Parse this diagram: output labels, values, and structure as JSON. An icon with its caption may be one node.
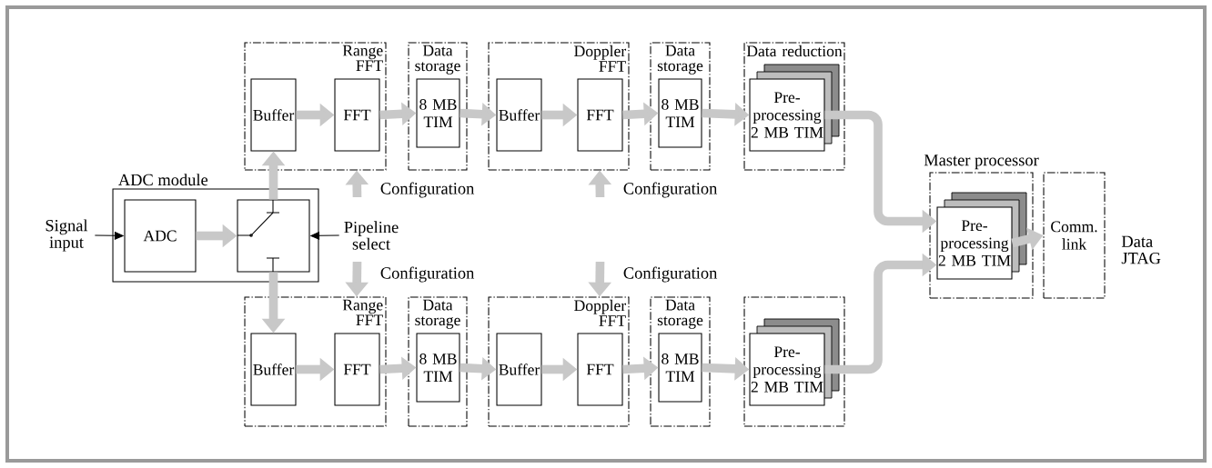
{
  "diagram": {
    "nodes": [
      {
        "text": [
          "ADC module"
        ]
      },
      {
        "text": [
          "ADC"
        ],
        "in": 0
      },
      {
        "text": [],
        "shape": "box",
        "in": 0
      },
      {
        "text": [
          "Signal input"
        ]
      },
      {
        "text": [
          "Pipeline select"
        ]
      },
      {
        "text": [
          "Range FFT"
        ]
      },
      {
        "text": [
          "Buffer"
        ],
        "in": 5
      },
      {
        "text": [
          "FFT"
        ],
        "in": 5
      },
      {
        "text": [
          "Data storage"
        ]
      },
      {
        "text": [
          "8 MB TIM"
        ],
        "in": 8
      },
      {
        "text": [
          "Doppler FFT"
        ]
      },
      {
        "text": [
          "Buffer"
        ],
        "in": 10
      },
      {
        "text": [
          "FFT"
        ],
        "in": 10
      },
      {
        "text": [
          "Data storage"
        ]
      },
      {
        "text": [
          "8 MB TIM"
        ],
        "in": 13
      },
      {
        "text": [
          "Data reduction"
        ]
      },
      {
        "text": [
          "Pre-processing 2 MB TIM"
        ],
        "in": 15
      },
      {
        "text": [
          "Configuration"
        ]
      },
      {
        "text": [
          "Configuration"
        ]
      },
      {
        "text": [
          "Master processor"
        ]
      },
      {
        "text": [
          "Pre-processing 2 MB TIM"
        ],
        "in": 19
      },
      {
        "text": [
          "Comm. link"
        ]
      },
      {
        "text": [
          "Configuration"
        ]
      },
      {
        "text": [
          "Configuration"
        ]
      },
      {
        "text": [
          "Range FFT"
        ]
      },
      {
        "text": [
          "Buffer"
        ],
        "in": 24
      },
      {
        "text": [
          "FFT"
        ],
        "in": 24
      },
      {
        "text": [
          "Data storage"
        ]
      },
      {
        "text": [
          "8 MB TIM"
        ],
        "in": 27
      },
      {
        "text": [
          "Doppler FFT"
        ]
      },
      {
        "text": [
          "Buffer"
        ],
        "in": 29
      },
      {
        "text": [
          "FFT"
        ],
        "in": 29
      },
      {
        "text": [
          "Data storage"
        ]
      },
      {
        "text": [
          "8 MB TIM"
        ],
        "in": 32
      },
      {
        "text": [],
        "shape": "box"
      },
      {
        "text": [
          "Pre-processing 2 MB TIM"
        ],
        "in": 34
      }
    ],
    "edges": [
      {
        "from": 3,
        "to": 1,
        "arrow": "to",
        "color": "#000000"
      },
      {
        "from": 4,
        "to": 2,
        "arrow": "to",
        "color": "#000000"
      },
      {
        "from": 1,
        "to": 2,
        "arrow": "to"
      },
      {
        "from": 2,
        "to": 6,
        "arrow": "to"
      },
      {
        "from": 2,
        "to": 25,
        "arrow": "to"
      },
      {
        "from": 6,
        "to": 7,
        "arrow": "to"
      },
      {
        "from": 7,
        "to": 9,
        "arrow": "to"
      },
      {
        "from": 9,
        "to": 11,
        "arrow": "to"
      },
      {
        "from": 11,
        "to": 12,
        "arrow": "to"
      },
      {
        "from": 12,
        "to": 14,
        "arrow": "to"
      },
      {
        "from": 14,
        "to": 16,
        "arrow": "to"
      },
      {
        "from": 17,
        "to": 5,
        "arrow": "to"
      },
      {
        "from": 18,
        "to": 10,
        "arrow": "to"
      },
      {
        "from": 16,
        "to": 20,
        "arrow": "to"
      },
      {
        "from": 20,
        "to": 21,
        "arrow": "to"
      },
      {
        "from": 22,
        "to": 24,
        "arrow": "to"
      },
      {
        "from": 23,
        "to": 29,
        "arrow": "to"
      },
      {
        "from": 25,
        "to": 26,
        "arrow": "to"
      },
      {
        "from": 26,
        "to": 28,
        "arrow": "to"
      },
      {
        "from": 28,
        "to": 30,
        "arrow": "to"
      },
      {
        "from": 30,
        "to": 31,
        "arrow": "to"
      },
      {
        "from": 31,
        "to": 33,
        "arrow": "to"
      },
      {
        "from": 33,
        "to": 35,
        "arrow": "to"
      },
      {
        "from": 35,
        "to": 20,
        "arrow": "to"
      }
    ],
    "labels": [
      "Data JTAG"
    ]
  }
}
